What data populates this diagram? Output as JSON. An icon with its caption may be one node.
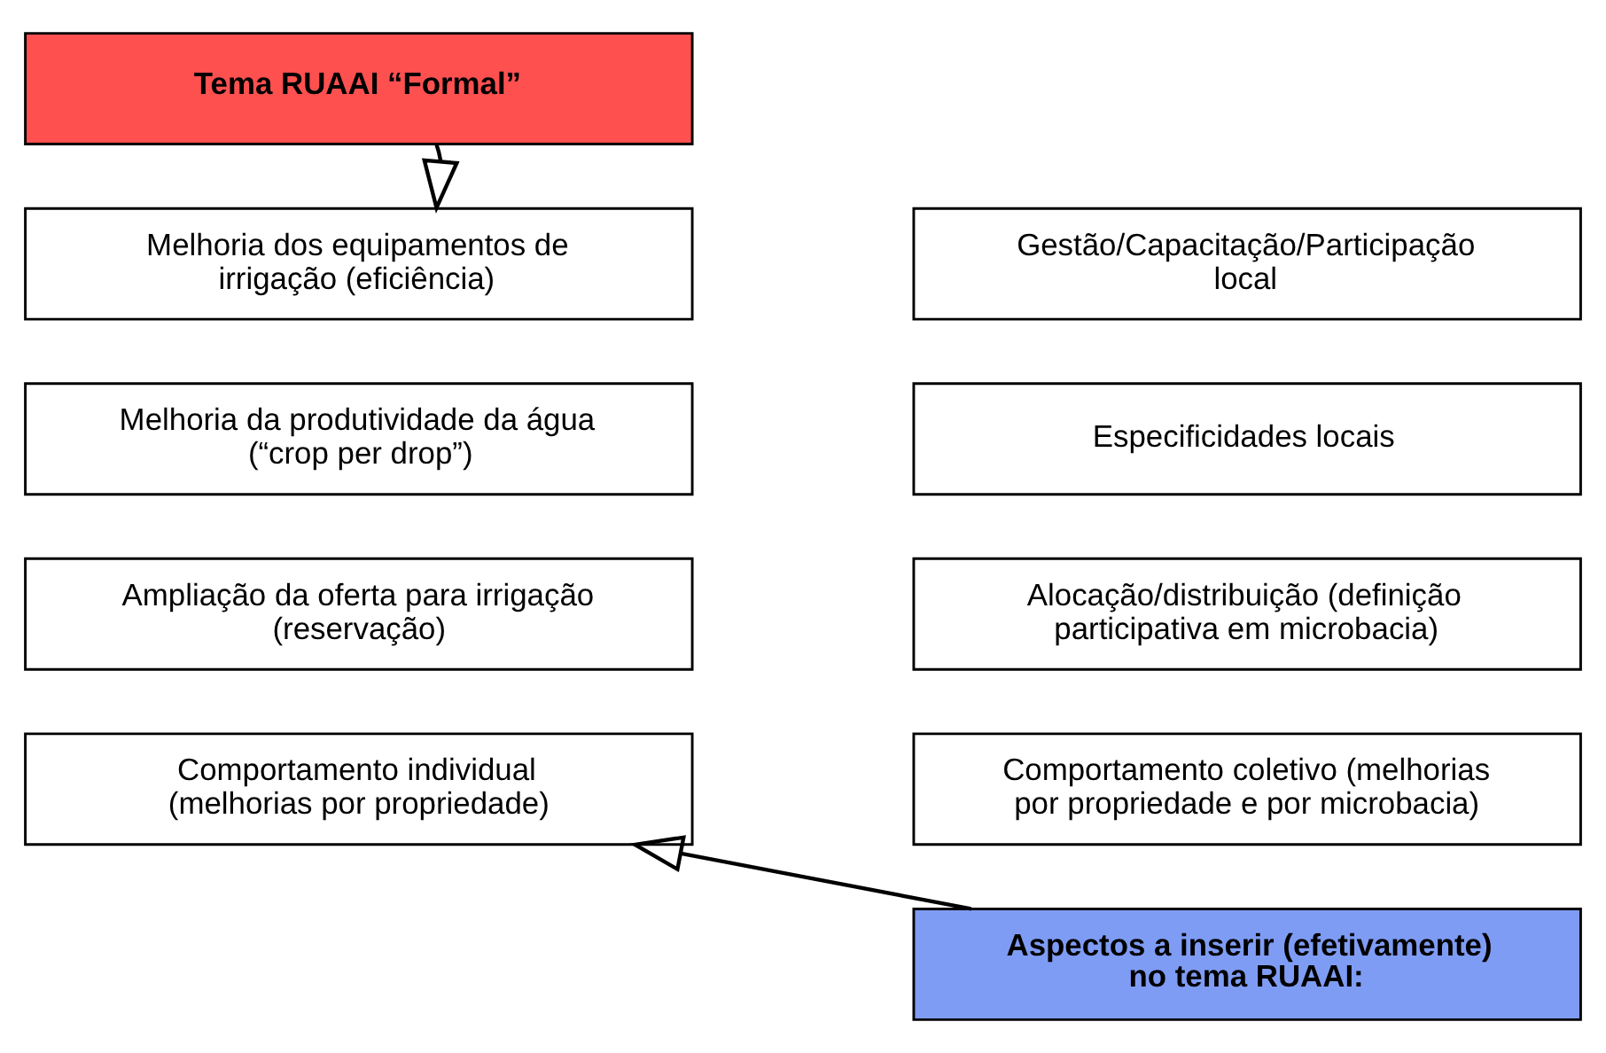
{
  "diagram": {
    "nodes": [
      {
        "text": [
          "Tema RUAAI “Formal”"
        ]
      },
      {
        "text": [
          "Melhoria dos equipamentos de irrigação (eficiência)"
        ]
      },
      {
        "text": [
          "Melhoria da produtividade da água (“crop per drop”)"
        ]
      },
      {
        "text": [
          "Ampliação da oferta para irrigação (reservação)"
        ]
      },
      {
        "text": [
          "Comportamento individual (melhorias por propriedade)"
        ]
      },
      {
        "text": [
          "Gestão/Capacitação/Participação local"
        ]
      },
      {
        "text": [
          "Especificidades locais"
        ]
      },
      {
        "text": [
          "Alocação/distribuição (definição participativa em microbacia)"
        ]
      },
      {
        "text": [
          "Comportamento coletivo (melhorias por propriedade e por microbacia)"
        ]
      },
      {
        "text": [
          "Aspectos a inserir (efetivamente) no tema RUAAI:"
        ]
      }
    ],
    "edges": [
      {
        "from": 0,
        "to": 1,
        "arrow": "to"
      },
      {
        "from": 9,
        "to": 4,
        "arrow": "to"
      }
    ]
  }
}
